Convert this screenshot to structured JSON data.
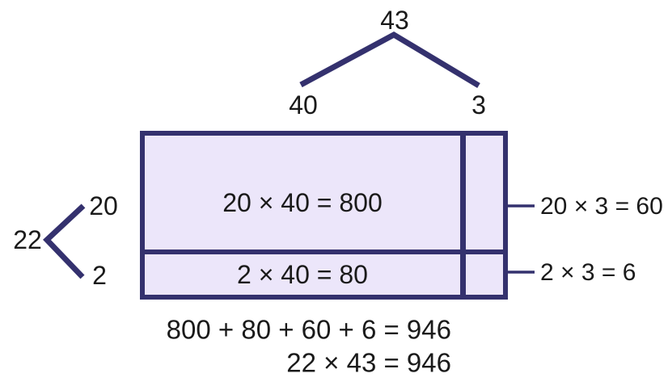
{
  "colors": {
    "line": "#34316e",
    "fill": "#ece6fa",
    "ink": "#1a1a1a",
    "background": "#ffffff"
  },
  "top_number_bond": {
    "whole": "43",
    "left_part": "40",
    "right_part": "3"
  },
  "left_number_bond": {
    "whole": "22",
    "top_part": "20",
    "bottom_part": "2"
  },
  "area_model": {
    "top_left_cell": "20 × 40 = 800",
    "bottom_left_cell": "2 × 40 = 80",
    "top_right_label": "20 × 3 = 60",
    "bottom_right_label": "2 × 3 = 6"
  },
  "summary": {
    "addition_line": "800 + 80 + 60 + 6 = 946",
    "product_line": "22 × 43 = 946"
  }
}
